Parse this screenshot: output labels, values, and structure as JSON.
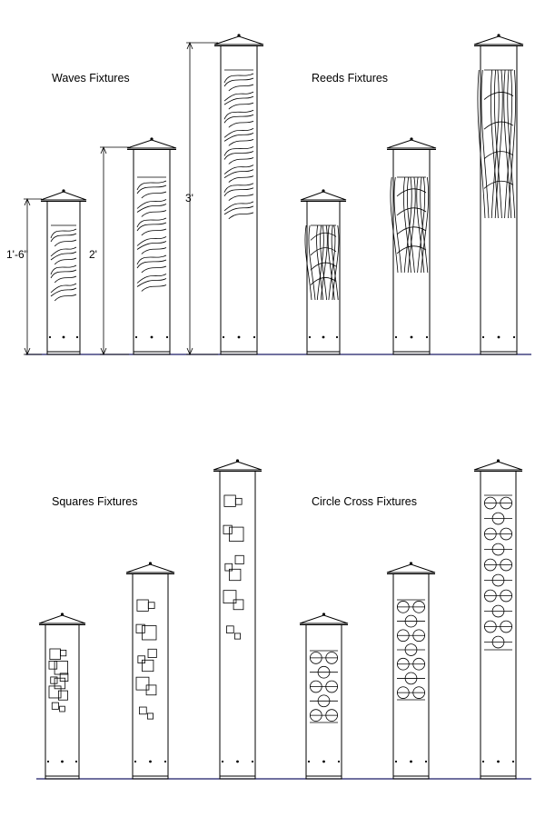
{
  "sections": [
    {
      "label": "Waves Fixtures",
      "pattern": "waves"
    },
    {
      "label": "Reeds Fixtures",
      "pattern": "reeds"
    },
    {
      "label": "Squares Fixtures",
      "pattern": "squares"
    },
    {
      "label": "Circle Cross Fixtures",
      "pattern": "circles"
    }
  ],
  "dimensions": {
    "short": "1'-6\"",
    "medium": "2'",
    "tall": "3'"
  },
  "colors": {
    "line": "#000000",
    "ground": "#1a1a66",
    "background": "#ffffff"
  }
}
